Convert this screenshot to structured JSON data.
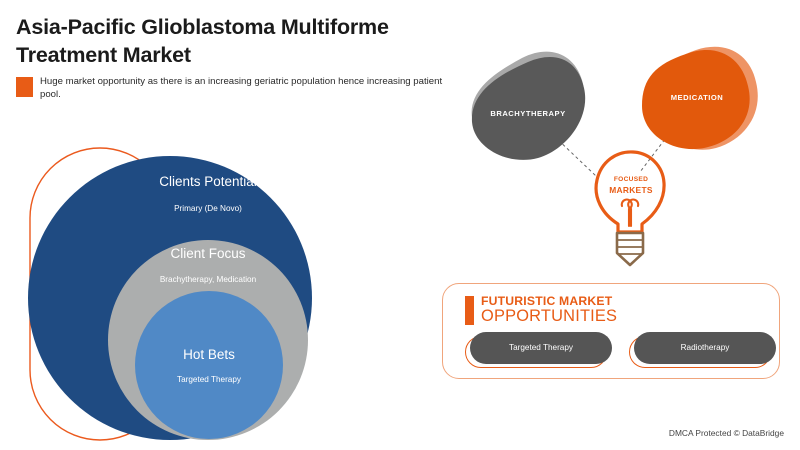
{
  "header": {
    "title": "Asia-Pacific Glioblastoma Multiforme Treatment Market",
    "subtitle": "Huge market opportunity as there is an increasing geriatric population hence increasing patient pool.",
    "marker_color": "#E85C16"
  },
  "venn": {
    "outer_accent_color": "#EB5A1E",
    "rings": [
      {
        "id": "clients-potential",
        "title": "Clients Potential",
        "subtitle": "Primary (De Novo)",
        "color": "#1F4B82"
      },
      {
        "id": "client-focus",
        "title": "Client Focus",
        "subtitle": "Brachytherapy, Medication",
        "color": "#ACAEAE"
      },
      {
        "id": "hot-bets",
        "title": "Hot Bets",
        "subtitle": "Targeted Therapy",
        "color": "#5089C6"
      }
    ]
  },
  "focus_diagram": {
    "blobs": [
      {
        "id": "brachytherapy",
        "label": "BRACHYTHERAPY",
        "color": "#595959",
        "shadow_color": "#A9A9A9"
      },
      {
        "id": "medication",
        "label": "MEDICATION",
        "color": "#E2590C",
        "shadow_color": "#EE9465"
      }
    ],
    "bulb": {
      "line1": "FOCUSED",
      "line2": "MARKETS",
      "bulb_color": "#E85C16",
      "base_color": "#8A6A4A"
    },
    "connector_style": "dashed",
    "connector_color": "#666666"
  },
  "opportunities": {
    "title_line1": "FUTURISTIC MARKET",
    "title_line2": "OPPORTUNITIES",
    "accent_color": "#E85C16",
    "border_color": "#F0A57C",
    "pills": [
      {
        "id": "targeted-therapy",
        "label": "Targeted Therapy"
      },
      {
        "id": "radiotherapy",
        "label": "Radiotherapy"
      }
    ]
  },
  "footer": {
    "text": "DMCA Protected © DataBridge"
  }
}
